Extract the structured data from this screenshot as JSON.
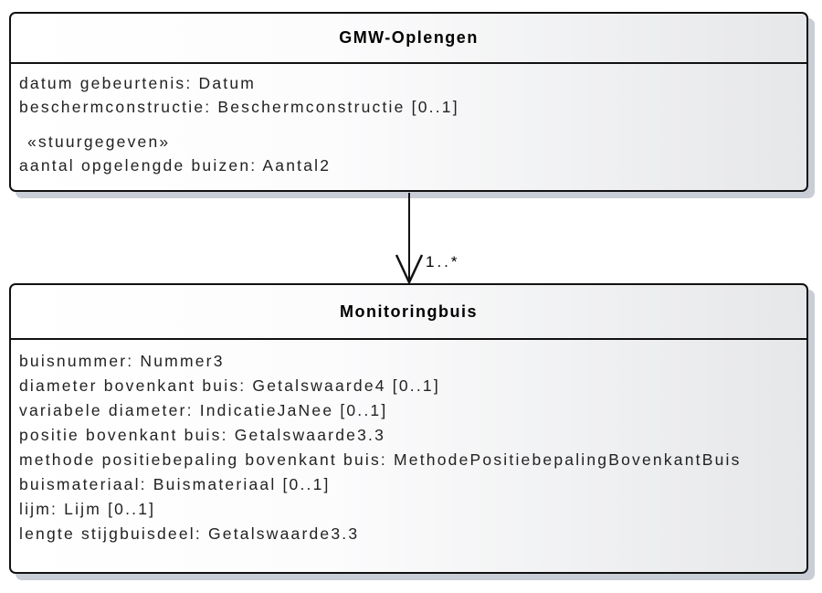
{
  "diagram": {
    "type": "uml-class-diagram",
    "classes": [
      {
        "name": "GMW-Oplengen",
        "attributes": [
          "datum gebeurtenis: Datum",
          "beschermconstructie: Beschermconstructie [0..1]"
        ],
        "stereotype": "«stuurgegeven»",
        "stereotype_attributes": [
          "aantal opgelengde buizen: Aantal2"
        ]
      },
      {
        "name": "Monitoringbuis",
        "attributes": [
          "buisnummer: Nummer3",
          "diameter bovenkant buis: Getalswaarde4 [0..1]",
          "variabele diameter: IndicatieJaNee [0..1]",
          "positie bovenkant buis: Getalswaarde3.3",
          "methode positiebepaling bovenkant buis: MethodePositiebepalingBovenkantBuis",
          "buismateriaal: Buismateriaal [0..1]",
          "lijm: Lijm [0..1]",
          "lengte stijgbuisdeel: Getalswaarde3.3"
        ]
      }
    ],
    "connector": {
      "from": "GMW-Oplengen",
      "to": "Monitoringbuis",
      "multiplicity": "1..*"
    },
    "colors": {
      "border": "#111111",
      "shadow": "#c9cdd5",
      "fill_right": "#e6e7e9",
      "text": "#222222"
    }
  }
}
